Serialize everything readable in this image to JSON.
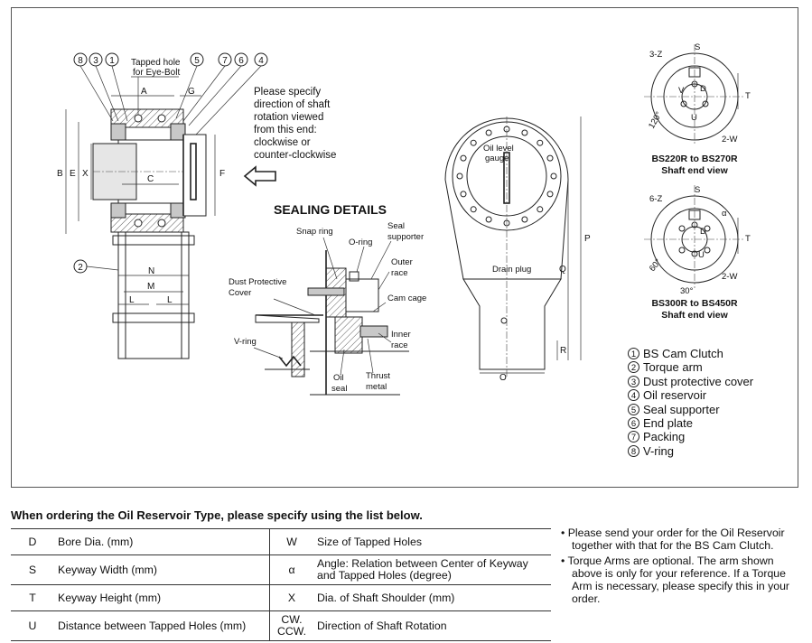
{
  "drawing": {
    "callouts_left": [
      "8",
      "3",
      "1",
      "5",
      "7",
      "6",
      "4"
    ],
    "callout_arm": "2",
    "tapped_hole_label": [
      "Tapped hole",
      "for Eye-Bolt"
    ],
    "dim_labels": {
      "A": "A",
      "G": "G",
      "B": "B",
      "E": "E",
      "X": "X",
      "C": "C",
      "F": "F",
      "N": "N",
      "M": "M",
      "L1": "L",
      "L2": "L",
      "P": "P",
      "Q": "Q",
      "R": "R",
      "O": "O"
    },
    "rotation_note": [
      "Please specify",
      "direction of shaft",
      "rotation viewed",
      "from this end:",
      "clockwise or",
      "counter-clockwise"
    ],
    "sealing_title": "SEALING DETAILS",
    "sealing_labels": {
      "snap_ring": "Snap ring",
      "o_ring": "O-ring",
      "seal_supporter": [
        "Seal",
        "supporter"
      ],
      "outer_race": [
        "Outer",
        "race"
      ],
      "dust_cover": [
        "Dust Protective",
        "Cover"
      ],
      "cam_cage": "Cam cage",
      "v_ring": "V-ring",
      "inner_race": [
        "Inner",
        "race"
      ],
      "oil_seal": [
        "Oil",
        "seal"
      ],
      "thrust_metal": [
        "Thrust",
        "metal"
      ]
    },
    "front_labels": {
      "oil_gauge": [
        "Oil level",
        "gauge"
      ],
      "drain_plug": "Drain plug"
    },
    "shaft_view_1": {
      "caption": [
        "BS220R to BS270R",
        "Shaft end view"
      ],
      "labels": {
        "z": "3-Z",
        "s": "S",
        "w": "2-W",
        "t": "T",
        "u": "U",
        "d": "D",
        "v": "V",
        "angle": "120°"
      }
    },
    "shaft_view_2": {
      "caption": [
        "BS300R to BS450R",
        "Shaft end view"
      ],
      "labels": {
        "z": "6-Z",
        "s": "S",
        "w": "2-W",
        "t": "T",
        "u": "U",
        "d": "D",
        "alpha": "α",
        "a60": "60°",
        "a30": "30°"
      }
    }
  },
  "legend": [
    {
      "num": "1",
      "text": "BS Cam Clutch"
    },
    {
      "num": "2",
      "text": "Torque arm"
    },
    {
      "num": "3",
      "text": "Dust protective cover"
    },
    {
      "num": "4",
      "text": "Oil reservoir"
    },
    {
      "num": "5",
      "text": "Seal supporter"
    },
    {
      "num": "6",
      "text": "End plate"
    },
    {
      "num": "7",
      "text": "Packing"
    },
    {
      "num": "8",
      "text": "V-ring"
    }
  ],
  "order_heading": "When ordering the Oil Reservoir Type, please specify using the list below.",
  "spec_table": [
    {
      "code1": "D",
      "desc1": "Bore Dia. (mm)",
      "code2": "W",
      "desc2": "Size of Tapped Holes"
    },
    {
      "code1": "S",
      "desc1": "Keyway Width (mm)",
      "code2": "α",
      "desc2": "Angle: Relation between Center of Keyway and Tapped Holes (degree)"
    },
    {
      "code1": "T",
      "desc1": "Keyway Height (mm)",
      "code2": "X",
      "desc2": "Dia. of Shaft Shoulder (mm)"
    },
    {
      "code1": "U",
      "desc1": "Distance between Tapped Holes (mm)",
      "code2": "CW.\nCCW.",
      "desc2": "Direction of Shaft Rotation"
    }
  ],
  "notes": [
    "• Please send your order for the Oil Reservoir together with that for the BS Cam Clutch.",
    "• Torque Arms are optional. The arm shown above is only for your reference. If a Torque Arm is necessary, please specify this in your order."
  ]
}
